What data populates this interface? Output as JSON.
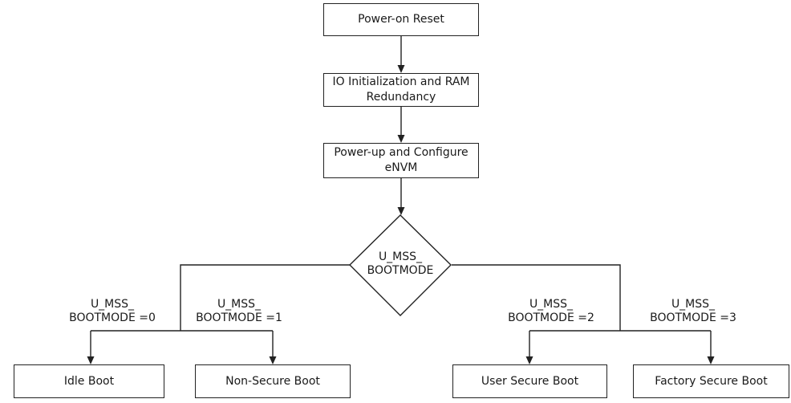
{
  "diagram": {
    "nodes": {
      "power_on_reset": "Power-on Reset",
      "io_init": "IO Initialization and RAM Redundancy",
      "power_up_envm": "Power-up and Configure eNVM",
      "decision": {
        "line1": "U_MSS_",
        "line2": "BOOTMODE"
      },
      "idle_boot": "Idle Boot",
      "non_secure_boot": "Non-Secure Boot",
      "user_secure_boot": "User Secure Boot",
      "factory_secure_boot": "Factory Secure Boot"
    },
    "branch_labels": [
      {
        "line1": "U_MSS_",
        "line2": "BOOTMODE =0"
      },
      {
        "line1": "U_MSS_",
        "line2": "BOOTMODE =1"
      },
      {
        "line1": "U_MSS_",
        "line2": "BOOTMODE =2"
      },
      {
        "line1": "U_MSS_",
        "line2": "BOOTMODE =3"
      }
    ],
    "colors": {
      "line": "#222222",
      "box_border": "#222222",
      "box_fill": "#ffffff",
      "text": "#1a1a1a",
      "background": "#ffffff"
    }
  }
}
